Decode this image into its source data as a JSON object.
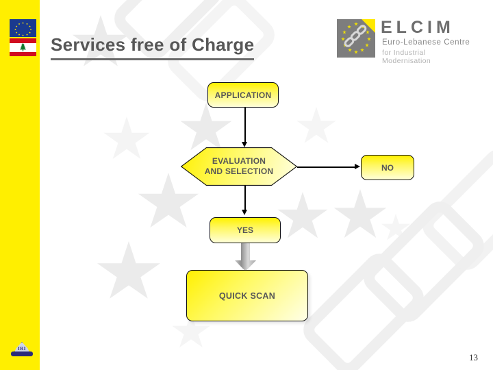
{
  "slide": {
    "title": "Services free of Charge",
    "page_number": "13",
    "accent_yellow": "#ffef00",
    "title_color": "#575757",
    "node_fill_top": "#fff200",
    "node_fill_bottom": "#ffffd9",
    "watermark_gray": "#ebebeb"
  },
  "branding": {
    "eu_flag_name": "european-union-flag",
    "lebanon_flag_name": "lebanon-flag",
    "iri_logo_text": "IRI",
    "elcim": {
      "wordmark": "ELCIM",
      "line1": "Euro-Lebanese Centre",
      "line2": "for Industrial Modernisation"
    }
  },
  "flowchart": {
    "nodes": [
      {
        "id": "application",
        "label": "APPLICATION",
        "shape": "rounded-rectangle"
      },
      {
        "id": "evaluation",
        "label_line1": "EVALUATION",
        "label_line2": "AND SELECTION",
        "shape": "hexagon"
      },
      {
        "id": "no",
        "label": "NO",
        "shape": "rounded-rectangle"
      },
      {
        "id": "yes",
        "label": "YES",
        "shape": "rounded-rectangle"
      },
      {
        "id": "quick_scan",
        "label": "QUICK SCAN",
        "shape": "rounded-rectangle"
      }
    ],
    "connectors": [
      {
        "from": "application",
        "to": "evaluation",
        "type": "arrow-down"
      },
      {
        "from": "evaluation",
        "to": "no",
        "type": "arrow-right"
      },
      {
        "from": "evaluation",
        "to": "yes",
        "type": "arrow-down"
      },
      {
        "from": "yes",
        "to": "quick_scan",
        "type": "block-arrow-down"
      }
    ]
  }
}
